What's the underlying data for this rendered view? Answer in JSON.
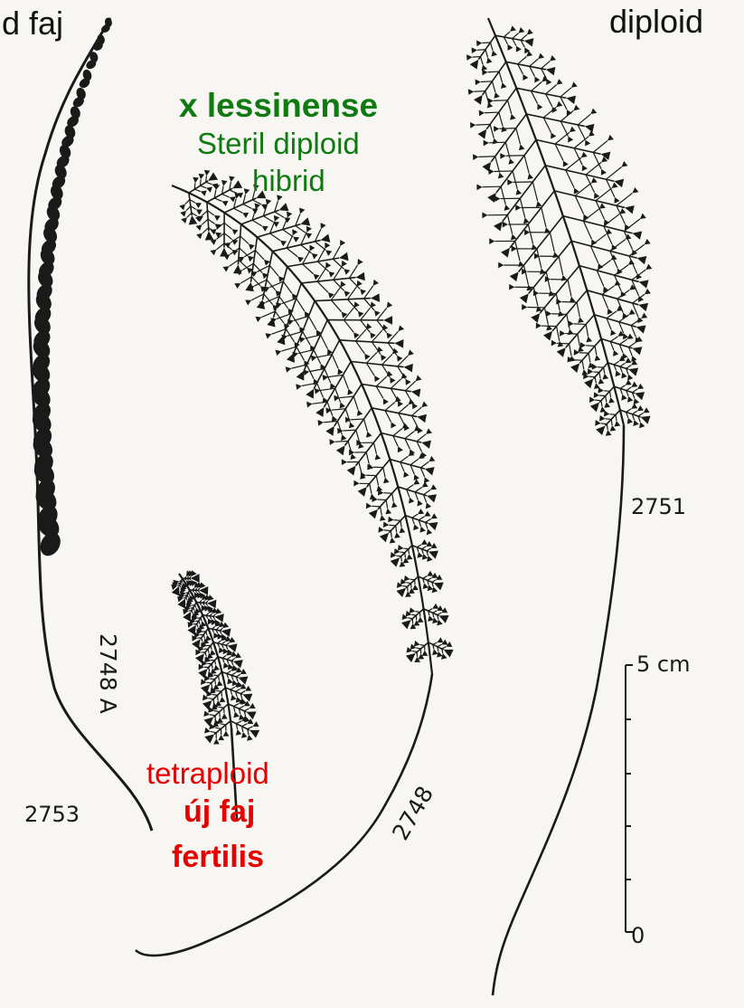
{
  "labels": {
    "top_left": "id faj",
    "top_right": "diploid",
    "green_title": "x lessinense",
    "green_line2": "Steril diploid",
    "green_line3": "hibrid",
    "red_line1": "tetraploid",
    "red_line2": "új faj",
    "red_line3": "fertilis"
  },
  "specimens": {
    "left": "2753",
    "small": "2748 A",
    "middle": "2748",
    "right": "2751"
  },
  "scale_bar": {
    "top_label": "5 cm",
    "bottom_label": "0"
  },
  "colors": {
    "green_label": "#0f7a10",
    "red_label": "#e60000",
    "ink": "#1a1a1a",
    "paper": "#f7f6f3"
  }
}
